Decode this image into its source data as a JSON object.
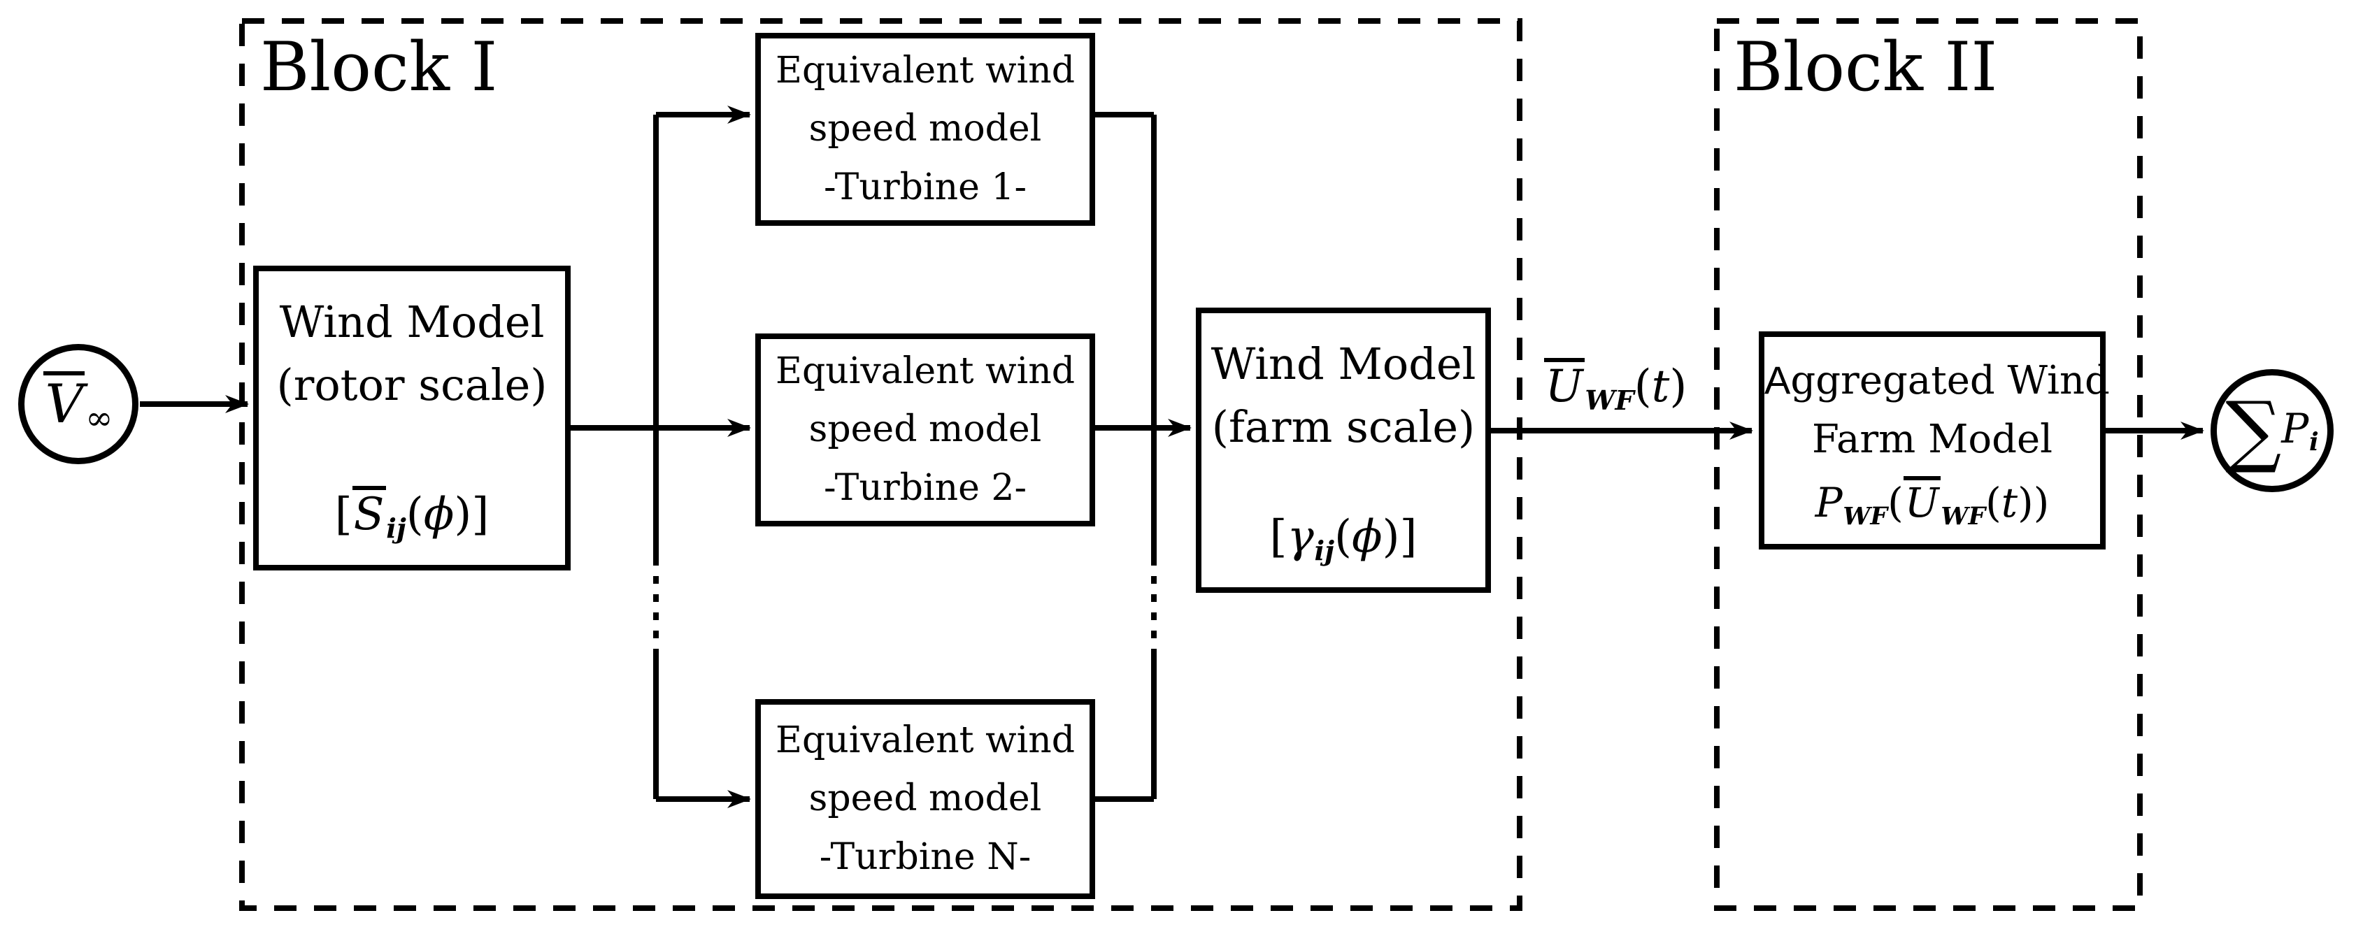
{
  "figure": {
    "background": "#ffffff",
    "ink": "#000000"
  },
  "block1": {
    "label": "Block I"
  },
  "block2": {
    "label": "Block II"
  },
  "input_node": {
    "base": "V",
    "sub": "∞"
  },
  "output_node": {
    "sigma": "∑",
    "base": "P",
    "sub": "i"
  },
  "rotor_box": {
    "line1": "Wind Model",
    "line2": "(rotor scale)",
    "formula": {
      "open": "[",
      "base": "S",
      "sub": "ij",
      "arg_open": "(",
      "arg": "ϕ",
      "arg_close": ")",
      "close": "]"
    }
  },
  "turbine1_box": {
    "line1": "Equivalent wind",
    "line2": "speed model",
    "line3": "-Turbine 1-"
  },
  "turbine2_box": {
    "line1": "Equivalent wind",
    "line2": "speed model",
    "line3": "-Turbine 2-"
  },
  "turbineN_box": {
    "line1": "Equivalent wind",
    "line2": "speed model",
    "line3": "-Turbine N-"
  },
  "farm_box": {
    "line1": "Wind Model",
    "line2": "(farm scale)",
    "formula": {
      "open": "[",
      "base": "γ",
      "sub": "ij",
      "arg_open": "(",
      "arg": "ϕ",
      "arg_close": ")",
      "close": "]"
    }
  },
  "aggregated_box": {
    "line1": "Aggregated Wind",
    "line2": "Farm Model",
    "formula": {
      "p": "P",
      "p_sub": "WF",
      "open": "(",
      "u": "U",
      "u_sub": "WF",
      "t_open": "(",
      "t": "t",
      "t_close": "))"
    }
  },
  "signal_uwf": {
    "base": "U",
    "sub": "WF",
    "arg_open": "(",
    "arg": "t",
    "arg_close": ")"
  }
}
